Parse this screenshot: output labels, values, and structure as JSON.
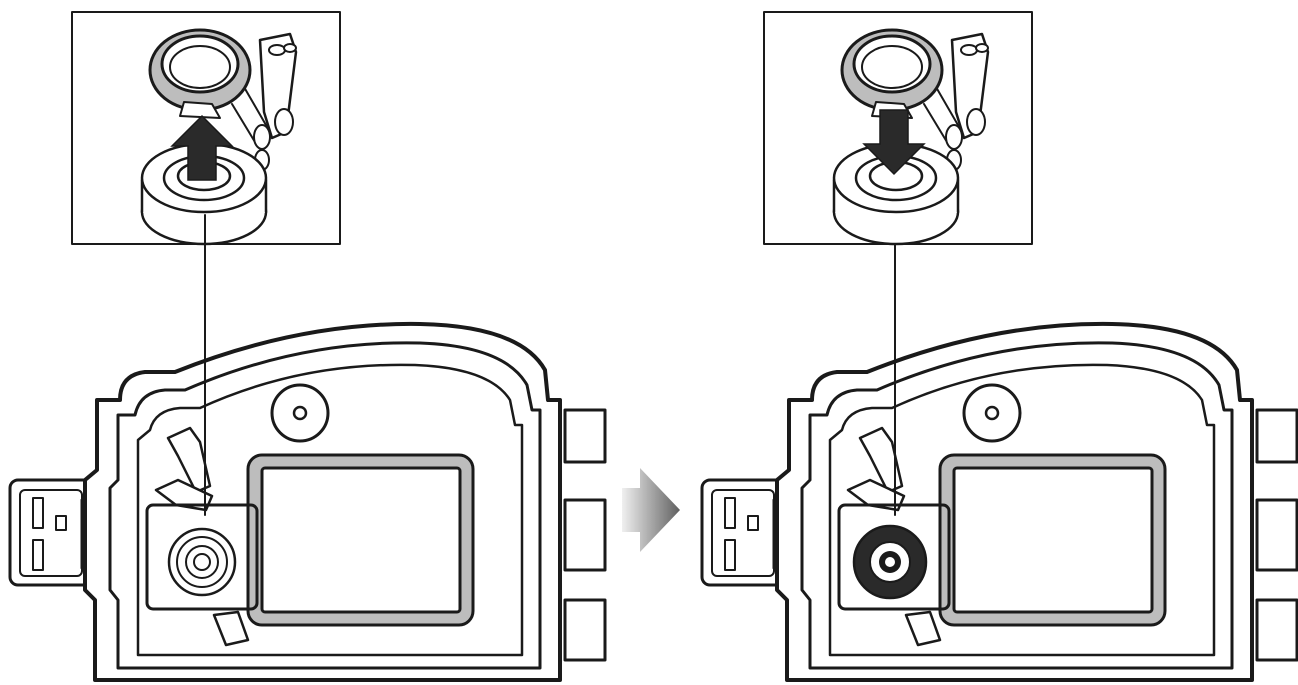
{
  "diagram": {
    "panels": [
      {
        "id": "before",
        "action": "remove",
        "arrow_direction": "up"
      },
      {
        "id": "after",
        "action": "attach",
        "arrow_direction": "down"
      }
    ],
    "transition_arrow": "right",
    "colors": {
      "ink": "#1a1a1a",
      "shade": "#bdbdbd",
      "dark": "#2a2a2a",
      "background": "#ffffff",
      "arrow_gradient_start": "#f0f0f0",
      "arrow_gradient_end": "#606060"
    },
    "icons": [
      "arrow-up-icon",
      "arrow-down-icon",
      "arrow-right-icon"
    ]
  }
}
